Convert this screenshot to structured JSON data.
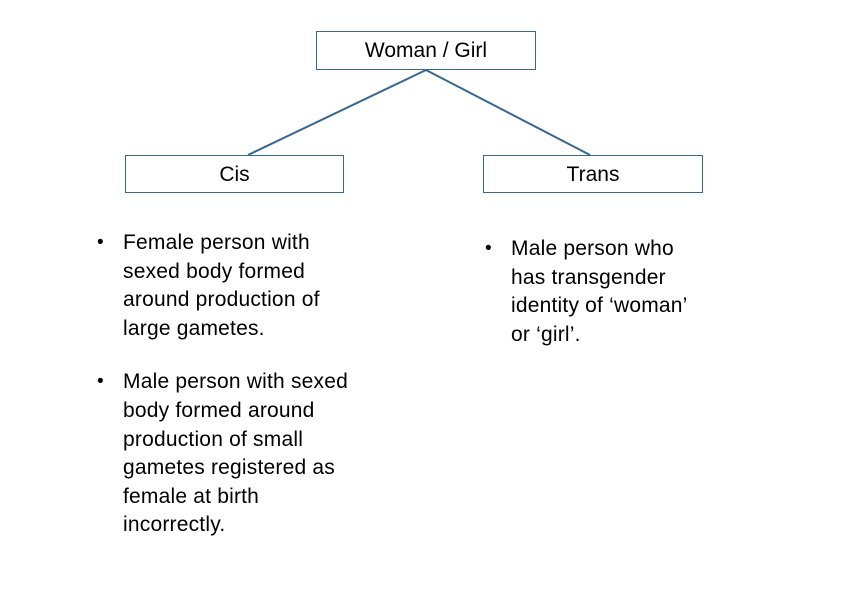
{
  "diagram": {
    "root": {
      "label": "Woman / Girl"
    },
    "branches": [
      {
        "label": "Cis"
      },
      {
        "label": "Trans"
      }
    ]
  },
  "cis_notes": {
    "bullet_glyph": "•",
    "items": [
      "Female person with\nsexed body formed\naround production of\nlarge gametes.",
      "Male person with sexed\nbody formed around\nproduction of small\ngametes registered as\nfemale at birth\nincorrectly."
    ]
  },
  "trans_notes": {
    "bullet_glyph": "•",
    "items": [
      "Male person who\nhas transgender\nidentity of ‘woman’\nor ‘girl’."
    ]
  },
  "colors": {
    "accent_outline": "#38678F",
    "text": "#000000",
    "background": "#FFFFFF"
  }
}
